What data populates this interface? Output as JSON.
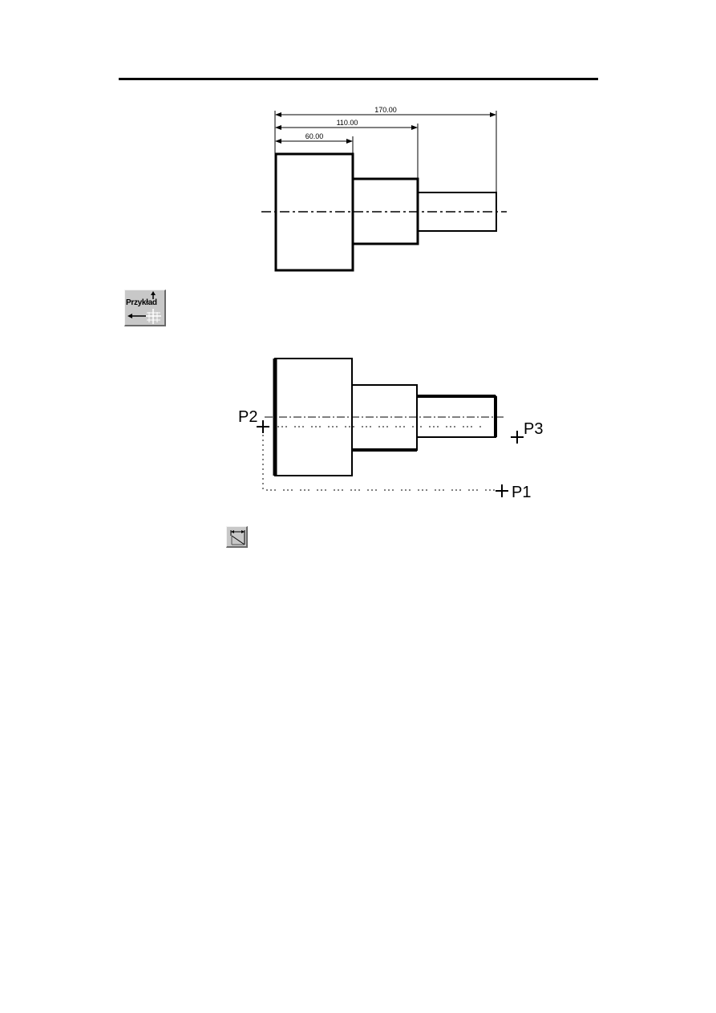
{
  "drawing_top": {
    "dimensions": {
      "overall": "170.00",
      "middle": "110.00",
      "first": "60.00"
    }
  },
  "example_icon": {
    "label": "Przykład",
    "icon": "example-icon"
  },
  "drawing_bottom": {
    "points": {
      "p1": "P1",
      "p2": "P2",
      "p3": "P3"
    }
  },
  "tool_icon": {
    "icon": "linear-dimension-icon"
  }
}
